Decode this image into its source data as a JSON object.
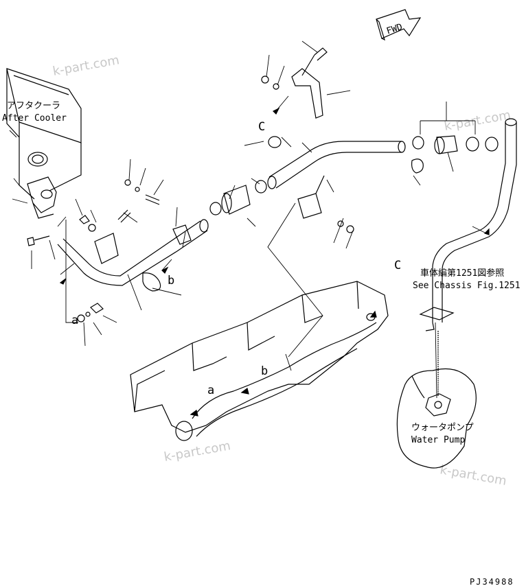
{
  "labels": {
    "after_cooler_jp": "アフタクーラ",
    "after_cooler_en": "After Cooler",
    "chassis_jp": "車体編第1251図参照",
    "chassis_en": "See Chassis Fig.1251",
    "water_pump_jp": "ウォータポンプ",
    "water_pump_en": "Water Pump",
    "fwd": "FWD",
    "drawing_code": "PJ34988"
  },
  "callouts": [
    "a",
    "b",
    "C",
    "C",
    "a",
    "b"
  ],
  "watermark": "k-part.com",
  "colors": {
    "ink": "#000000",
    "paper": "#ffffff",
    "watermark": "#c8c8c8"
  }
}
